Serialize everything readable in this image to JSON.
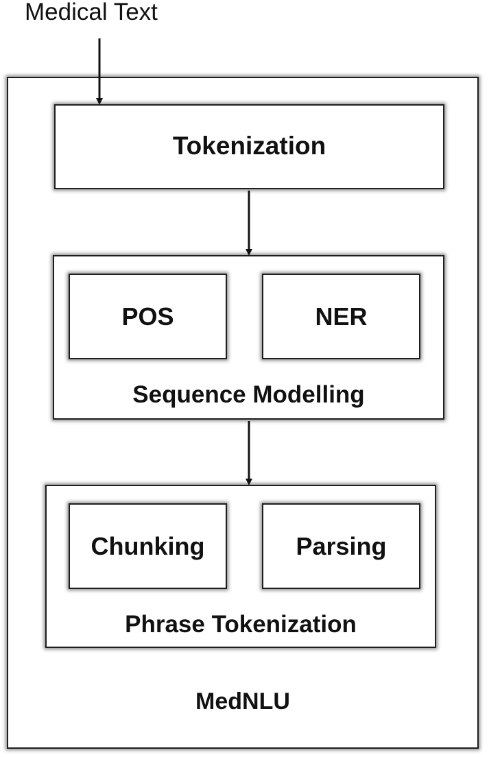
{
  "input_label": "Medical Text",
  "system": {
    "title": "MedNLU",
    "tokenization": {
      "label": "Tokenization"
    },
    "sequence_modelling": {
      "title": "Sequence Modelling",
      "items": [
        {
          "label": "POS"
        },
        {
          "label": "NER"
        }
      ]
    },
    "phrase_tokenization": {
      "title": "Phrase Tokenization",
      "items": [
        {
          "label": "Chunking"
        },
        {
          "label": "Parsing"
        }
      ]
    }
  }
}
